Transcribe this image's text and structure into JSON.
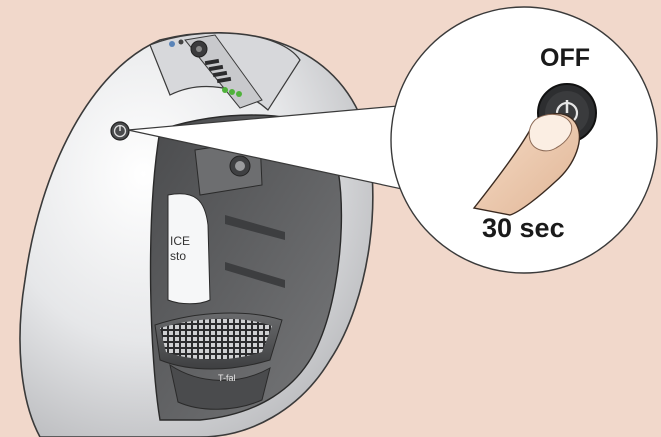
{
  "callout": {
    "state_label": "OFF",
    "duration_label": "30 sec"
  },
  "machine": {
    "brand_label": "T-fal"
  },
  "icons": {
    "power": "power-icon",
    "finger": "finger-press-icon"
  },
  "colors": {
    "background": "#f1d8cb",
    "shell": "#e7e8ea",
    "interior": "#5f6062",
    "indicator_green": "#4fb23a"
  }
}
